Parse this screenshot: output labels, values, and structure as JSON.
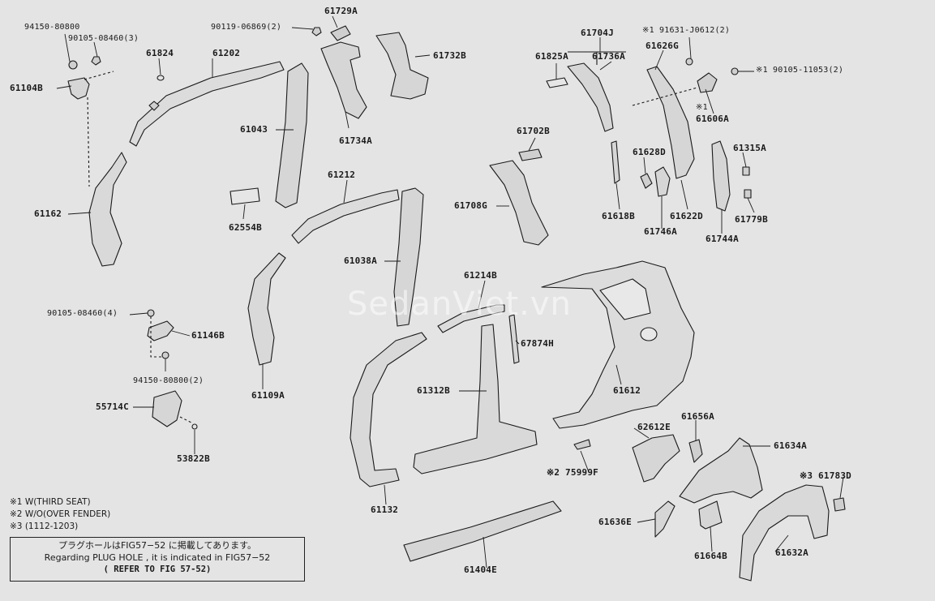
{
  "watermark": "SedanViet.vn",
  "labels": {
    "p94150_80800": "94150-80800",
    "p90105_08460_3": "90105-08460(3)",
    "p61104b": "61104B",
    "p61824": "61824",
    "p61202": "61202",
    "p90119_06869": "90119-06869(2)",
    "p61729a": "61729A",
    "p61732b": "61732B",
    "p61043": "61043",
    "p61734a": "61734A",
    "p61162": "61162",
    "p62554b": "62554B",
    "p61212": "61212",
    "p61704j": "61704J",
    "p61825a": "61825A",
    "p61736a": "61736A",
    "p91631": "※1 91631-J0612(2)",
    "p61626g": "61626G",
    "p90105_11053": "※1 90105-11053(2)",
    "p_mark1": "※1",
    "p61606a": "61606A",
    "p61702b": "61702B",
    "p61628d": "61628D",
    "p61315a": "61315A",
    "p61708g": "61708G",
    "p61618b": "61618B",
    "p61622d": "61622D",
    "p61779b": "61779B",
    "p61746a": "61746A",
    "p61744a": "61744A",
    "p61038a": "61038A",
    "p61214b": "61214B",
    "p90105_08460_4": "90105-08460(4)",
    "p61146b": "61146B",
    "p67874h": "67874H",
    "p94150_80800_2": "94150-80800(2)",
    "p61109a": "61109A",
    "p61312b": "61312B",
    "p61612": "61612",
    "p55714c": "55714C",
    "p62612e": "62612E",
    "p61656a": "61656A",
    "p61634a": "61634A",
    "p53822b": "53822B",
    "p75999f": "※2 75999F",
    "p61783d": "※3 61783D",
    "p61132": "61132",
    "p61636e": "61636E",
    "p61664b": "61664B",
    "p61632a": "61632A",
    "p61404e": "61404E"
  },
  "notes": {
    "n1": "※1 W(THIRD SEAT)",
    "n2": "※2 W/O(OVER FENDER)",
    "n3": "※3 (1112-1203)"
  },
  "notebox": {
    "jp": "プラグホールはFIG57−52 に掲載してあります。",
    "en": "Regarding PLUG HOLE , it is indicated in FIG57−52",
    "ref": "( REFER TO FIG 57-52)"
  }
}
